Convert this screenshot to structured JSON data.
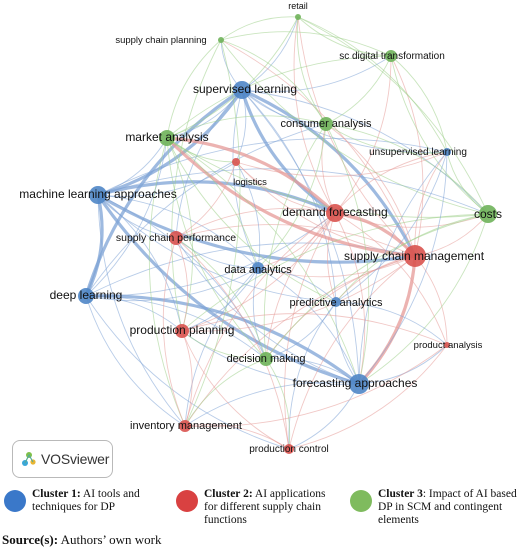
{
  "diagram": {
    "nodes": [
      {
        "id": "retail",
        "label": "retail",
        "cluster": 3
      },
      {
        "id": "scp",
        "label": "supply chain planning",
        "cluster": 3
      },
      {
        "id": "scdt",
        "label": "sc digital transformation",
        "cluster": 3
      },
      {
        "id": "sl",
        "label": "supervised learning",
        "cluster": 1
      },
      {
        "id": "ca",
        "label": "consumer analysis",
        "cluster": 3
      },
      {
        "id": "ma",
        "label": "market analysis",
        "cluster": 3
      },
      {
        "id": "ul",
        "label": "unsupervised learning",
        "cluster": 1
      },
      {
        "id": "log",
        "label": "logistics",
        "cluster": 2
      },
      {
        "id": "mla",
        "label": "machine learning approaches",
        "cluster": 1
      },
      {
        "id": "df",
        "label": "demand forecasting",
        "cluster": 2
      },
      {
        "id": "costs",
        "label": "costs",
        "cluster": 3
      },
      {
        "id": "scperf",
        "label": "supply chain performance",
        "cluster": 2
      },
      {
        "id": "scm",
        "label": "supply chain management",
        "cluster": 2
      },
      {
        "id": "da",
        "label": "data analytics",
        "cluster": 1
      },
      {
        "id": "dl",
        "label": "deep learning",
        "cluster": 1
      },
      {
        "id": "pa",
        "label": "predictive analytics",
        "cluster": 1
      },
      {
        "id": "pp",
        "label": "production planning",
        "cluster": 2
      },
      {
        "id": "prodan",
        "label": "product analysis",
        "cluster": 2
      },
      {
        "id": "dm",
        "label": "decision making",
        "cluster": 3
      },
      {
        "id": "fa",
        "label": "forecasting approaches",
        "cluster": 1
      },
      {
        "id": "im",
        "label": "inventory management",
        "cluster": 2
      },
      {
        "id": "pc",
        "label": "production control",
        "cluster": 2
      }
    ],
    "links": [
      [
        "sl",
        "mla"
      ],
      [
        "sl",
        "dl"
      ],
      [
        "sl",
        "scm"
      ],
      [
        "sl",
        "df"
      ],
      [
        "sl",
        "ma"
      ],
      [
        "sl",
        "ca"
      ],
      [
        "sl",
        "fa"
      ],
      [
        "sl",
        "da"
      ],
      [
        "sl",
        "costs"
      ],
      [
        "sl",
        "retail"
      ],
      [
        "sl",
        "scp"
      ],
      [
        "sl",
        "scdt"
      ],
      [
        "sl",
        "pa"
      ],
      [
        "sl",
        "ul"
      ],
      [
        "sl",
        "log"
      ],
      [
        "sl",
        "scperf"
      ],
      [
        "mla",
        "dl"
      ],
      [
        "mla",
        "scm"
      ],
      [
        "mla",
        "df"
      ],
      [
        "mla",
        "fa"
      ],
      [
        "mla",
        "da"
      ],
      [
        "mla",
        "ma"
      ],
      [
        "mla",
        "ul"
      ],
      [
        "mla",
        "pa"
      ],
      [
        "mla",
        "costs"
      ],
      [
        "mla",
        "scperf"
      ],
      [
        "mla",
        "dm"
      ],
      [
        "mla",
        "im"
      ],
      [
        "mla",
        "pp"
      ],
      [
        "mla",
        "log"
      ],
      [
        "dl",
        "fa"
      ],
      [
        "dl",
        "da"
      ],
      [
        "dl",
        "scm"
      ],
      [
        "dl",
        "df"
      ],
      [
        "dl",
        "pp"
      ],
      [
        "dl",
        "im"
      ],
      [
        "dl",
        "dm"
      ],
      [
        "dl",
        "ma"
      ],
      [
        "dl",
        "ca"
      ],
      [
        "dl",
        "pc"
      ],
      [
        "df",
        "scm"
      ],
      [
        "df",
        "ma"
      ],
      [
        "df",
        "ca"
      ],
      [
        "df",
        "costs"
      ],
      [
        "df",
        "log"
      ],
      [
        "df",
        "scperf"
      ],
      [
        "df",
        "da"
      ],
      [
        "df",
        "pa"
      ],
      [
        "df",
        "fa"
      ],
      [
        "df",
        "dm"
      ],
      [
        "df",
        "pp"
      ],
      [
        "df",
        "im"
      ],
      [
        "df",
        "prodan"
      ],
      [
        "df",
        "pc"
      ],
      [
        "df",
        "ul"
      ],
      [
        "df",
        "scdt"
      ],
      [
        "df",
        "retail"
      ],
      [
        "scm",
        "costs"
      ],
      [
        "scm",
        "ma"
      ],
      [
        "scm",
        "ca"
      ],
      [
        "scm",
        "log"
      ],
      [
        "scm",
        "scperf"
      ],
      [
        "scm",
        "da"
      ],
      [
        "scm",
        "pa"
      ],
      [
        "scm",
        "fa"
      ],
      [
        "scm",
        "dm"
      ],
      [
        "scm",
        "pp"
      ],
      [
        "scm",
        "im"
      ],
      [
        "scm",
        "prodan"
      ],
      [
        "scm",
        "pc"
      ],
      [
        "scm",
        "ul"
      ],
      [
        "scm",
        "scdt"
      ],
      [
        "scm",
        "retail"
      ],
      [
        "scm",
        "scp"
      ],
      [
        "ma",
        "ca"
      ],
      [
        "ma",
        "costs"
      ],
      [
        "ma",
        "scdt"
      ],
      [
        "ma",
        "retail"
      ],
      [
        "ma",
        "scp"
      ],
      [
        "ma",
        "log"
      ],
      [
        "ma",
        "da"
      ],
      [
        "ma",
        "dm"
      ],
      [
        "ma",
        "pp"
      ],
      [
        "ma",
        "im"
      ],
      [
        "ma",
        "fa"
      ],
      [
        "ma",
        "pa"
      ],
      [
        "ca",
        "costs"
      ],
      [
        "ca",
        "scdt"
      ],
      [
        "ca",
        "retail"
      ],
      [
        "ca",
        "ul"
      ],
      [
        "ca",
        "da"
      ],
      [
        "ca",
        "dm"
      ],
      [
        "ca",
        "fa"
      ],
      [
        "ca",
        "scp"
      ],
      [
        "costs",
        "scdt"
      ],
      [
        "costs",
        "retail"
      ],
      [
        "costs",
        "ul"
      ],
      [
        "costs",
        "pa"
      ],
      [
        "costs",
        "fa"
      ],
      [
        "costs",
        "dm"
      ],
      [
        "costs",
        "scp"
      ],
      [
        "costs",
        "pp"
      ],
      [
        "scdt",
        "retail"
      ],
      [
        "scdt",
        "scp"
      ],
      [
        "scdt",
        "ul"
      ],
      [
        "retail",
        "scp"
      ],
      [
        "retail",
        "ul"
      ],
      [
        "scp",
        "pp"
      ],
      [
        "scp",
        "im"
      ],
      [
        "fa",
        "da"
      ],
      [
        "fa",
        "pa"
      ],
      [
        "fa",
        "dm"
      ],
      [
        "fa",
        "pp"
      ],
      [
        "fa",
        "im"
      ],
      [
        "fa",
        "pc"
      ],
      [
        "fa",
        "prodan"
      ],
      [
        "fa",
        "scperf"
      ],
      [
        "fa",
        "ul"
      ],
      [
        "da",
        "pa"
      ],
      [
        "da",
        "dm"
      ],
      [
        "da",
        "scperf"
      ],
      [
        "da",
        "log"
      ],
      [
        "da",
        "pp"
      ],
      [
        "da",
        "im"
      ],
      [
        "pa",
        "dm"
      ],
      [
        "pa",
        "ul"
      ],
      [
        "pa",
        "prodan"
      ],
      [
        "pa",
        "pc"
      ],
      [
        "dm",
        "pp"
      ],
      [
        "dm",
        "im"
      ],
      [
        "dm",
        "pc"
      ],
      [
        "dm",
        "scperf"
      ],
      [
        "pp",
        "im"
      ],
      [
        "pp",
        "pc"
      ],
      [
        "pp",
        "prodan"
      ],
      [
        "pp",
        "scperf"
      ],
      [
        "im",
        "pc"
      ],
      [
        "im",
        "prodan"
      ],
      [
        "im",
        "scperf"
      ],
      [
        "pc",
        "prodan"
      ],
      [
        "log",
        "scperf"
      ],
      [
        "log",
        "ul"
      ],
      [
        "scperf",
        "pc"
      ],
      [
        "ul",
        "fa"
      ]
    ]
  },
  "logo": {
    "name": "VOSviewer"
  },
  "legend": [
    {
      "cluster": 1,
      "color": "#3a78c9",
      "title": "Cluster 1:",
      "text_line1": " AI tools and",
      "text_line2": "techniques for DP",
      "text_line3": ""
    },
    {
      "cluster": 2,
      "color": "#d94141",
      "title": "Cluster 2:",
      "text_line1": " AI applications",
      "text_line2": "for different supply chain",
      "text_line3": "functions"
    },
    {
      "cluster": 3,
      "color": "#7fbb5e",
      "title": "Cluster 3",
      "text_line1": ": Impact of AI based",
      "text_line2": "DP in SCM and contingent",
      "text_line3": "elements"
    }
  ],
  "source": {
    "label": "Source(s):",
    "text": " Authors’ own work"
  },
  "colors": {
    "cluster1": "#3a78c9",
    "cluster2": "#d94141",
    "cluster3": "#7fbb5e",
    "node1": "#4f86c6",
    "node2": "#d9534f",
    "node3": "#6fb35a"
  }
}
